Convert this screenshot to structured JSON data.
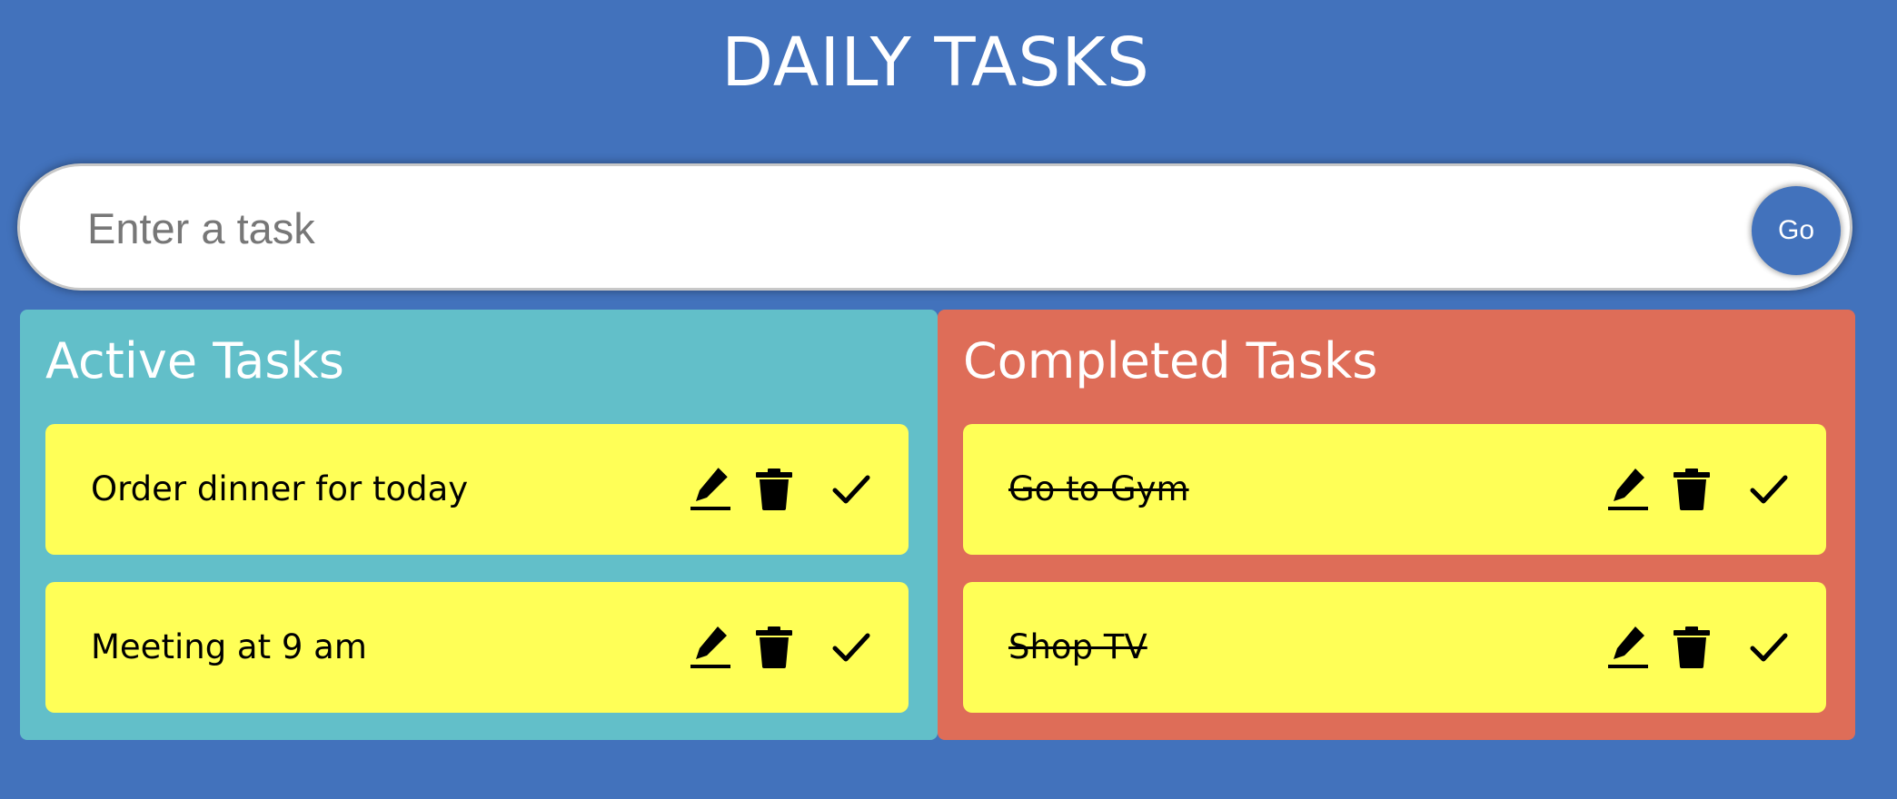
{
  "app": {
    "title": "DAILY TASKS"
  },
  "input": {
    "placeholder": "Enter a task",
    "value": "",
    "submit_label": "Go"
  },
  "active": {
    "title": "Active Tasks",
    "tasks": [
      {
        "text": "Order dinner for today"
      },
      {
        "text": "Meeting at 9 am"
      }
    ]
  },
  "completed": {
    "title": "Completed Tasks",
    "tasks": [
      {
        "text": "Go to Gym"
      },
      {
        "text": "Shop TV"
      }
    ]
  },
  "icons": {
    "edit": "pencil-icon",
    "delete": "trash-icon",
    "complete": "check-icon"
  },
  "colors": {
    "background": "#4272BC",
    "active_panel": "#62BFC9",
    "completed_panel": "#DE6D58",
    "task_card": "#FFFF57",
    "go_button": "#4272BC"
  }
}
